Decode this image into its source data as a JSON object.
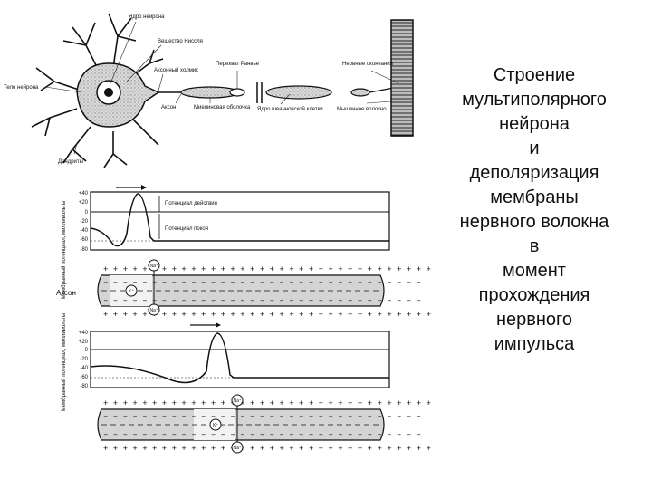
{
  "title_lines": [
    "Строение",
    "мультиполярного",
    "нейрона",
    "и",
    "деполяризация",
    "мембраны",
    "нервного волокна",
    "в",
    "момент",
    "прохождения",
    "нервного",
    "импульса"
  ],
  "neuron_labels": {
    "nucleus": "Ядро нейрона",
    "nissl": "Вещество Ниссля",
    "cell_body": "Тело нейрона",
    "axon_hillock": "Аксонный холмик",
    "axon": "Аксон",
    "myelin": "Миелиновая оболочка",
    "node": "Перехват Ранвье",
    "schwann_nucleus": "Ядро шванновской клетки",
    "nerve_endings": "Нервные окончания",
    "muscle": "Мышечное волокно",
    "dendrites": "Дендриты"
  },
  "graph_1": {
    "y_axis_label": "Мембранный потенциал, милливольты",
    "ticks": [
      "+40",
      "+20",
      "0",
      "-20",
      "-40",
      "-60",
      "-80"
    ],
    "action_potential_label": "Потенциал действия",
    "resting_potential_label": "Потенциал покоя"
  },
  "axon_1": {
    "label": "Аксон",
    "na_top": "Na⁺",
    "k_ion": "K⁺",
    "na_bottom": "Na⁺"
  },
  "graph_2": {
    "y_axis_label": "Мембранный потенциал, милливольты",
    "ticks": [
      "+40",
      "+20",
      "0",
      "-20",
      "-40",
      "-60",
      "-80"
    ]
  },
  "axon_2": {
    "na_top": "Na⁺",
    "k_ion": "K⁺",
    "na_bottom": "Na⁺"
  }
}
